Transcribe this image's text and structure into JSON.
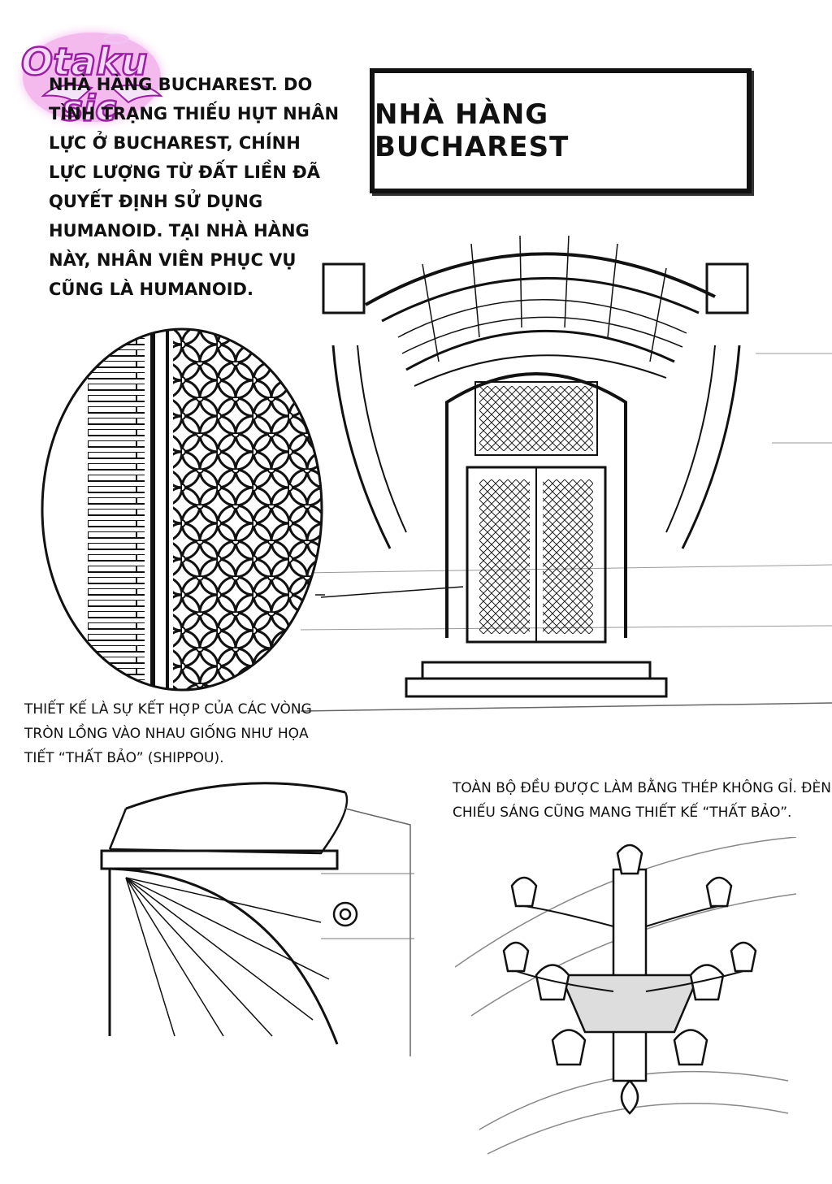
{
  "logo": {
    "line1": "Otaku",
    "line2": "sic",
    "colors": {
      "fill": "#f2d9f7",
      "glow": "#e23bd0",
      "stroke": "#9b1fa3"
    },
    "icon": "angel-wings-halo-icon"
  },
  "intro": {
    "text": "NHÀ HÀNG BUCHAREST. DO TÌNH TRẠNG THIẾU HỤT NHÂN LỰC Ở BUCHAREST, CHÍNH LỰC LƯỢNG TỪ ĐẤT LIỀN ĐÃ QUYẾT ĐỊNH SỬ DỤNG HUMANOID. TẠI NHÀ HÀNG NÀY, NHÂN VIÊN PHỤC VỤ CŨNG LÀ HUMANOID."
  },
  "title": {
    "text": "NHÀ HÀNG BUCHAREST"
  },
  "captions": {
    "shippou": "THIẾT KẾ LÀ SỰ KẾT HỢP CỦA CÁC VÒNG TRÒN LỒNG VÀO NHAU GIỐNG NHƯ HỌA TIẾT “THẤT BẢO” (SHIPPOU).",
    "steel": "TOÀN BỘ ĐỀU ĐƯỢC LÀM BẰNG THÉP KHÔNG GỈ. ĐÈN CHIẾU SÁNG CŨNG MANG THIẾT KẾ “THẤT BẢO”."
  },
  "illustrations": {
    "entrance": "restaurant-entrance-illustration",
    "detail_circle": "shippou-pattern-closeup",
    "canopy": "canopy-bracket-illustration",
    "chandelier": "chandelier-illustration"
  },
  "colors": {
    "ink": "#111111",
    "paper": "#ffffff"
  }
}
